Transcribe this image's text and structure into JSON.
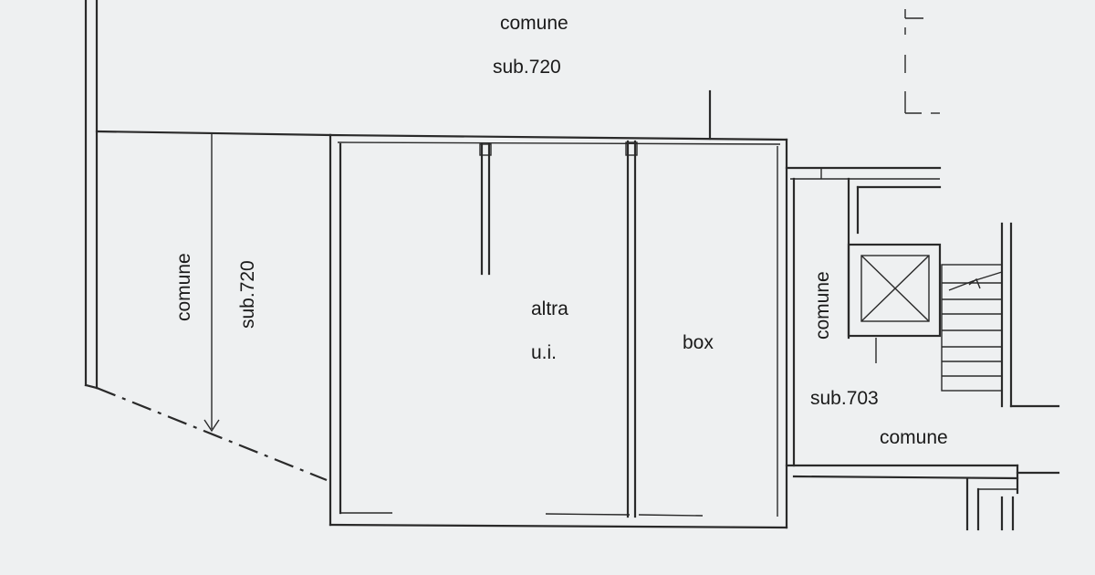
{
  "labels": {
    "top_comune": "comune",
    "top_sub": "sub.720",
    "left_comune": "comune",
    "left_sub": "sub.720",
    "altra_line1": "altra",
    "altra_line2": "u.i.",
    "box": "box",
    "stair_comune": "comune",
    "sub_703": "sub.703",
    "bottom_comune": "comune"
  },
  "colors": {
    "paper": "#eef0f1",
    "ink": "#2a2a2a"
  }
}
